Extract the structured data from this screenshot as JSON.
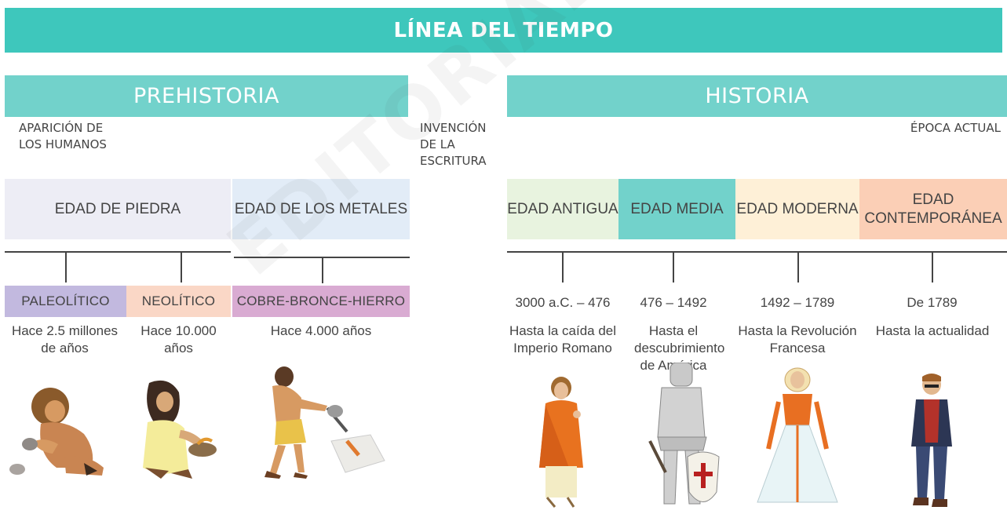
{
  "title": "LÍNEA DEL TIEMPO",
  "prehistoria": {
    "header": "PREHISTORIA",
    "start_milestone": "APARICIÓN DE LOS HUMANOS",
    "ages": [
      {
        "label": "EDAD DE PIEDRA",
        "color": "#ededf5"
      },
      {
        "label": "EDAD DE LOS METALES",
        "color": "#e2ecf7"
      }
    ],
    "periods": [
      {
        "label": "PALEOLÍTICO",
        "color": "#c2b9df",
        "desc": "Hace 2.5 millones de años",
        "figure": "caveman-figure"
      },
      {
        "label": "NEOLÍTICO",
        "color": "#fad7c6",
        "desc": "Hace 10.000 años",
        "figure": "neolithic-woman-figure"
      },
      {
        "label": "COBRE-BRONCE-HIERRO",
        "color": "#d9abd2",
        "desc": "Hace 4.000 años",
        "figure": "metalworker-figure"
      }
    ]
  },
  "middle_milestone": "INVENCIÓN DE LA ESCRITURA",
  "historia": {
    "header": "HISTORIA",
    "end_milestone": "ÉPOCA ACTUAL",
    "ages": [
      {
        "label": "EDAD ANTIGUA",
        "color": "#e8f3df",
        "dates": "3000 a.C. – 476",
        "desc": "Hasta la caída del Imperio Romano",
        "figure": "roman-woman-figure"
      },
      {
        "label": "EDAD MEDIA",
        "color": "#72d2cb",
        "dates": "476 – 1492",
        "desc": "Hasta el descubrimiento de América",
        "figure": "knight-figure"
      },
      {
        "label": "EDAD MODERNA",
        "color": "#fef0d7",
        "dates": "1492 – 1789",
        "desc": "Hasta la Revolución Francesa",
        "figure": "noblewoman-figure"
      },
      {
        "label": "EDAD CONTEMPORÁNEA",
        "color": "#fbcfb6",
        "dates": "De 1789",
        "desc": "Hasta la actualidad",
        "figure": "modern-man-figure"
      }
    ]
  },
  "watermark": "EDITORIAL KIPUS"
}
